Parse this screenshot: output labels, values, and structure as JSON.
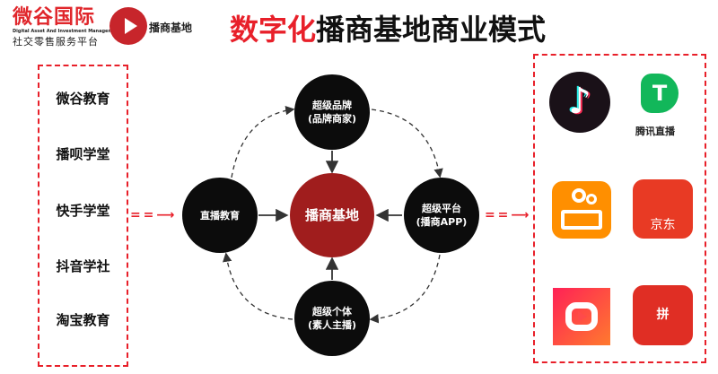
{
  "logos": {
    "brand1_name": "微谷国际",
    "brand1_en": "Digital Asset And Investment Management",
    "brand1_sub": "社交零售服务平台",
    "brand2_name": "播商基地"
  },
  "title": {
    "red": "数字化",
    "black": "播商基地商业模式"
  },
  "left_list": [
    "微谷教育",
    "播呗学堂",
    "快手学堂",
    "抖音学社",
    "淘宝教育"
  ],
  "diagram": {
    "top": [
      "超级品牌",
      "(品牌商家)"
    ],
    "left": "直播教育",
    "center": "播商基地",
    "right": [
      "超级平台",
      "(播商APP)"
    ],
    "bottom": [
      "超级个体",
      "(素人主播)"
    ]
  },
  "arrows": {
    "left": "=  =  ⟶",
    "right": "=  =  ⟶"
  },
  "platforms": [
    {
      "icon": "douyin-icon"
    },
    {
      "icon": "tencent-live-icon",
      "label": "腾讯直播"
    },
    {
      "icon": "kuaishou-icon"
    },
    {
      "icon": "jd-icon",
      "label": "京东"
    },
    {
      "icon": "huoshan-icon"
    },
    {
      "icon": "pinduoduo-icon",
      "label": "拼"
    }
  ],
  "colors": {
    "accent": "#e8202a",
    "center": "#a01d1d"
  }
}
